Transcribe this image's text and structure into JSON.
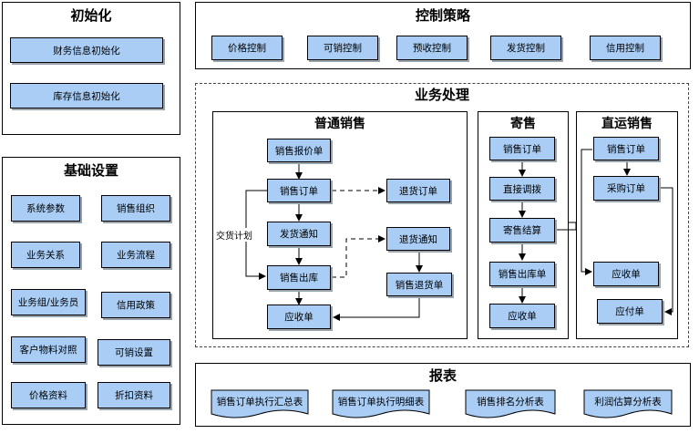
{
  "init": {
    "title": "初始化",
    "items": [
      "财务信息初始化",
      "库存信息初始化"
    ]
  },
  "basic": {
    "title": "基础设置",
    "items": [
      "系统参数",
      "销售组织",
      "业务关系",
      "业务流程",
      "业务组/业务员",
      "信用政策",
      "客户物料对照",
      "可销设置",
      "价格资料",
      "折扣资料"
    ]
  },
  "control": {
    "title": "控制策略",
    "items": [
      "价格控制",
      "可销控制",
      "预收控制",
      "发货控制",
      "信用控制"
    ]
  },
  "business": {
    "title": "业务处理",
    "normal": {
      "title": "普通销售",
      "quote": "销售报价单",
      "order": "销售订单",
      "notice": "发货通知",
      "outbound": "销售出库",
      "receivable": "应收单",
      "return_order": "退货订单",
      "return_notice": "退货通知",
      "return_slip": "销售退货单",
      "plan_label": "交货计划"
    },
    "consign": {
      "title": "寄售",
      "order": "销售订单",
      "transfer": "直接调拨",
      "settle": "寄售结算",
      "outbound": "销售出库单",
      "receivable": "应收单"
    },
    "direct": {
      "title": "直运销售",
      "order": "销售订单",
      "purchase": "采购订单",
      "receivable": "应收单",
      "payable": "应付单"
    }
  },
  "reports": {
    "title": "报表",
    "items": [
      "销售订单执行汇总表",
      "销售订单执行明细表",
      "销售排名分析表",
      "利润估算分析表"
    ]
  }
}
